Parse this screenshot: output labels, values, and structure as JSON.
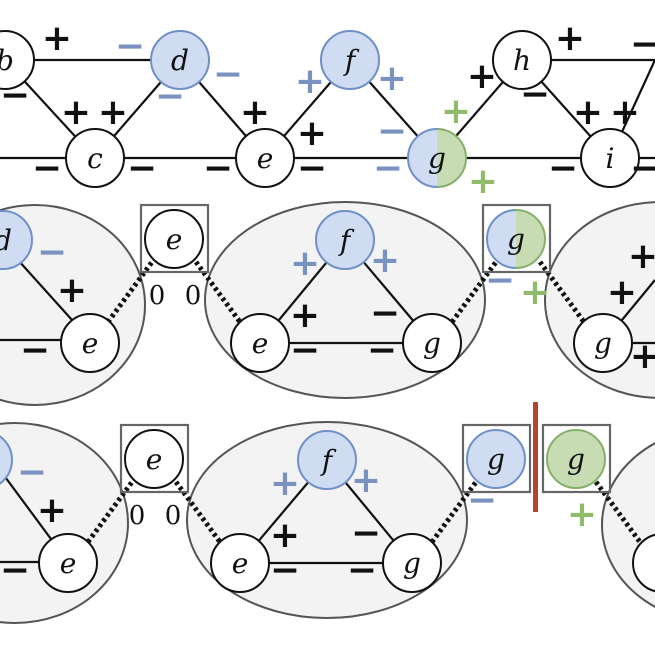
{
  "colors": {
    "black": "#111111",
    "blue_fill": "#cfdcf1",
    "blue_stroke": "#7090c8",
    "green_fill": "#c8dcb4",
    "green_stroke": "#86b06a",
    "sign_blue": "#7a92c0",
    "sign_green": "#8fbb6a",
    "cut": "#b5432e"
  },
  "rows": [
    {
      "nodes": [
        {
          "label": "b"
        },
        {
          "label": "d"
        },
        {
          "label": "f"
        },
        {
          "label": "h"
        },
        {
          "label": "c"
        },
        {
          "label": "e"
        },
        {
          "label": "g"
        },
        {
          "label": "i"
        }
      ]
    },
    {
      "nodes": [
        {
          "label": "d"
        },
        {
          "label": "e"
        },
        {
          "label": "e"
        },
        {
          "label": "f"
        },
        {
          "label": "e"
        },
        {
          "label": "g"
        },
        {
          "label": "g"
        },
        {
          "label": "g"
        }
      ],
      "zeros": [
        "0",
        "0"
      ]
    },
    {
      "nodes": [
        {
          "label": "e"
        },
        {
          "label": "e"
        },
        {
          "label": "f"
        },
        {
          "label": "e"
        },
        {
          "label": "g"
        },
        {
          "label": "g"
        },
        {
          "label": "g"
        }
      ],
      "zeros": [
        "0",
        "0"
      ]
    }
  ],
  "signs": {
    "plus": "+",
    "minus": "−"
  }
}
